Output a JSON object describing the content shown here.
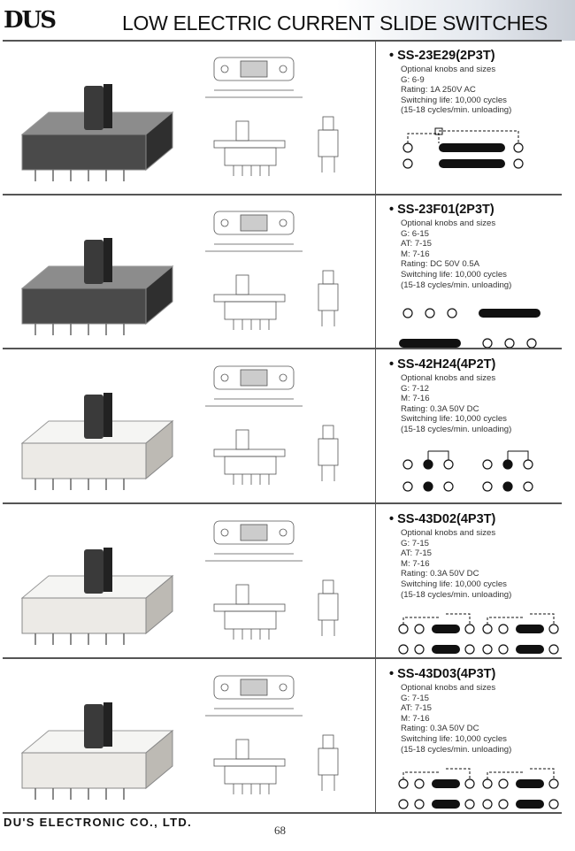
{
  "header": {
    "logo": "DUS",
    "title": "LOW ELECTRIC CURRENT SLIDE SWITCHES"
  },
  "products": [
    {
      "name": "• SS-23E29(2P3T)",
      "specs": [
        "Optional knobs and sizes",
        "G: 6-9",
        "Rating: 1A 250V AC",
        "Switching life: 10,000 cycles",
        "(15-18 cycles/min. unloading)"
      ],
      "body": "dark",
      "schematic": "2p3t-a"
    },
    {
      "name": "• SS-23F01(2P3T)",
      "specs": [
        "Optional knobs and sizes",
        "G: 6-15",
        "AT: 7-15",
        "M: 7-16",
        "Rating: DC 50V 0.5A",
        "Switching life: 10,000 cycles",
        "(15-18 cycles/min. unloading)"
      ],
      "body": "dark",
      "schematic": "2p3t-b"
    },
    {
      "name": "• SS-42H24(4P2T)",
      "specs": [
        "Optional knobs and sizes",
        "G: 7-12",
        "M: 7-16",
        "Rating: 0.3A 50V DC",
        "Switching life: 10,000 cycles",
        "(15-18 cycles/min. unloading)"
      ],
      "body": "white",
      "schematic": "4p2t"
    },
    {
      "name": "• SS-43D02(4P3T)",
      "specs": [
        "Optional knobs and sizes",
        "G: 7-15",
        "AT: 7-15",
        "M: 7-16",
        "Rating: 0.3A 50V DC",
        "Switching life: 10,000 cycles",
        "(15-18 cycles/min. unloading)"
      ],
      "body": "white",
      "schematic": "4p3t"
    },
    {
      "name": "• SS-43D03(4P3T)",
      "specs": [
        "Optional knobs and sizes",
        "G: 7-15",
        "AT: 7-15",
        "M: 7-16",
        "Rating: 0.3A 50V DC",
        "Switching life: 10,000 cycles",
        "(15-18 cycles/min. unloading)"
      ],
      "body": "white",
      "schematic": "4p3t"
    }
  ],
  "footer": {
    "company": "DU'S ELECTRONIC CO., LTD.",
    "page": "68"
  }
}
